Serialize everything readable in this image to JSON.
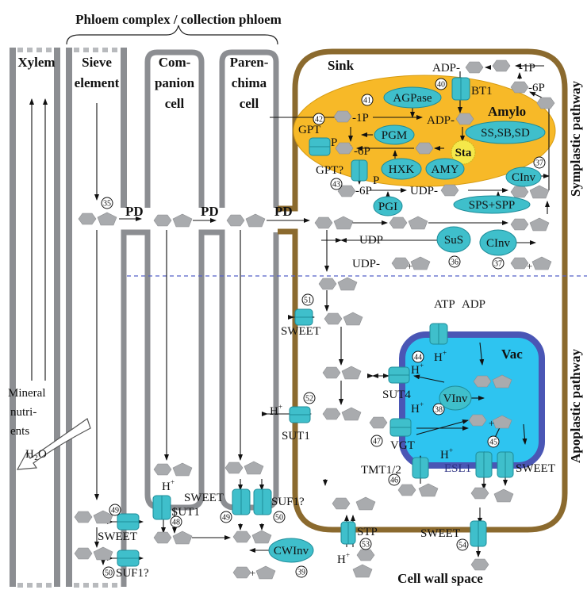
{
  "title": "Phloem complex / collection phloem",
  "cells": {
    "xylem": "Xylem",
    "sieve": [
      "Sieve",
      "element"
    ],
    "companion": [
      "Com-",
      "panion",
      "cell"
    ],
    "parenchyma": [
      "Paren-",
      "chima",
      "cell"
    ],
    "sink": "Sink",
    "amylo": "Amylo",
    "vac": "Vac",
    "cell_wall_space": "Cell wall space"
  },
  "pathways": {
    "symplastic": "Symplastic pathway",
    "apoplastic": "Apoplastic pathway"
  },
  "xylem_labels": {
    "mineral": [
      "Mineral",
      "nutri-",
      "ents"
    ],
    "water": "H₂O"
  },
  "pd": "PD",
  "enzymes": {
    "agpase": "AGPase",
    "pgm": "PGM",
    "ss_sb_sd": "SS,SB,SD",
    "sta": "Sta",
    "hxk": "HXK",
    "amy": "AMY",
    "pgi": "PGI",
    "sps_spp": "SPS+SPP",
    "cinv": "CInv",
    "sus": "SuS",
    "vinv": "VInv",
    "cwinv": "CWInv"
  },
  "transporters": {
    "bt1": "BT1",
    "gpt": "GPT",
    "gpt_q": "GPT?",
    "sweet": "SWEET",
    "sut1": "SUT1",
    "sut4": "SUT4",
    "vgt": "VGT",
    "tmt": "TMT1/2",
    "esl1": "ESL1",
    "stp": "STP",
    "suf1": "SUF1?"
  },
  "metabolites": {
    "adp_": "ADP-",
    "p1": "-1P",
    "p6": "-6P",
    "udp_": "UDP-",
    "udp": "UDP",
    "p": "P",
    "atp": "ATP",
    "adp": "ADP",
    "h": "H",
    "plus_sup": "+",
    "plus": "+"
  },
  "numbers": [
    "35",
    "36",
    "37",
    "38",
    "39",
    "40",
    "41",
    "42",
    "43",
    "44",
    "45",
    "46",
    "47",
    "48",
    "49",
    "50",
    "51",
    "52",
    "53",
    "54"
  ],
  "colors": {
    "wall": "#8c8e92",
    "sink_wall": "#8b6a2e",
    "amyloplast": "#f7b928",
    "vacuole": "#2ec4f0",
    "tonoplast": "#4a56b5",
    "protein": "#3fbfcb",
    "sugar": "#a9abae",
    "divider": "#5560c8"
  }
}
